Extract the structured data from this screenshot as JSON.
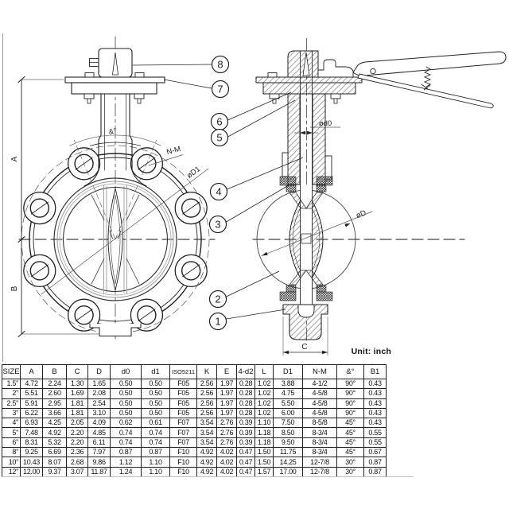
{
  "unit_label": "Unit:  inch",
  "drawing": {
    "labels": {
      "dim_a": "A",
      "dim_b": "B",
      "dim_c": "C",
      "angle": "&°",
      "bolt_pattern": "N-M",
      "bolt_circle_dia": "øD1",
      "stem_dia": "ød0",
      "disc_dia": "øD"
    },
    "balloons": [
      "1",
      "2",
      "3",
      "4",
      "5",
      "6",
      "7",
      "8"
    ]
  },
  "table": {
    "headers": [
      "SIZE",
      "A",
      "B",
      "C",
      "D",
      "d0",
      "d1",
      "ISO5211",
      "K",
      "E",
      "4-d2",
      "L",
      "D1",
      "N-M",
      "&°",
      "B1"
    ],
    "rows": [
      [
        "1.5\"",
        "4.72",
        "2.24",
        "1.30",
        "1.65",
        "0.50",
        "0.50",
        "F05",
        "2.56",
        "1.97",
        "0.28",
        "1.02",
        "3.88",
        "4-1/2",
        "90°",
        "0.43"
      ],
      [
        "2\"",
        "5.51",
        "2.60",
        "1.69",
        "2.08",
        "0.50",
        "0.50",
        "F05",
        "2.56",
        "1.97",
        "0.28",
        "1.02",
        "4.75",
        "4-5/8",
        "90°",
        "0.43"
      ],
      [
        "2.5\"",
        "5.91",
        "2.95",
        "1.81",
        "2.54",
        "0.50",
        "0.50",
        "F05",
        "2.56",
        "1.97",
        "0.28",
        "1.02",
        "5.50",
        "4-5/8",
        "90°",
        "0.43"
      ],
      [
        "3\"",
        "6.22",
        "3.66",
        "1.81",
        "3.10",
        "0.50",
        "0.50",
        "F05",
        "2.56",
        "1.97",
        "0.28",
        "1.02",
        "6.00",
        "4-5/8",
        "90°",
        "0.43"
      ],
      [
        "4\"",
        "6.93",
        "4.25",
        "2.05",
        "4.09",
        "0.62",
        "0.61",
        "F07",
        "3.54",
        "2.76",
        "0.39",
        "1.10",
        "7.50",
        "8-5/8",
        "45°",
        "0.43"
      ],
      [
        "5\"",
        "7.48",
        "4.92",
        "2.20",
        "4.85",
        "0.74",
        "0.74",
        "F07",
        "3.54",
        "2.76",
        "0.39",
        "1.18",
        "8.50",
        "8-3/4",
        "45°",
        "0.55"
      ],
      [
        "6\"",
        "8.31",
        "5.32",
        "2.20",
        "6.11",
        "0.74",
        "0.74",
        "F07",
        "3.54",
        "2.76",
        "0.39",
        "1.18",
        "9.50",
        "8-3/4",
        "45°",
        "0.55"
      ],
      [
        "8\"",
        "9.25",
        "6.69",
        "2.36",
        "7.97",
        "0.87",
        "0.87",
        "F10",
        "4.92",
        "4.02",
        "0.47",
        "1.50",
        "11.75",
        "8-3/4",
        "45°",
        "0.67"
      ],
      [
        "10\"",
        "10.43",
        "8.07",
        "2.68",
        "9.86",
        "1.12",
        "1.10",
        "F10",
        "4.92",
        "4.02",
        "0.47",
        "1.50",
        "14.25",
        "12-7/8",
        "30°",
        "0.87"
      ],
      [
        "12\"",
        "12.00",
        "9.37",
        "3.07",
        "11.87",
        "1.24",
        "1.10",
        "F10",
        "4.92",
        "4.02",
        "0.47",
        "1.57",
        "17.00",
        "12-7/8",
        "30°",
        "0.87"
      ]
    ]
  }
}
